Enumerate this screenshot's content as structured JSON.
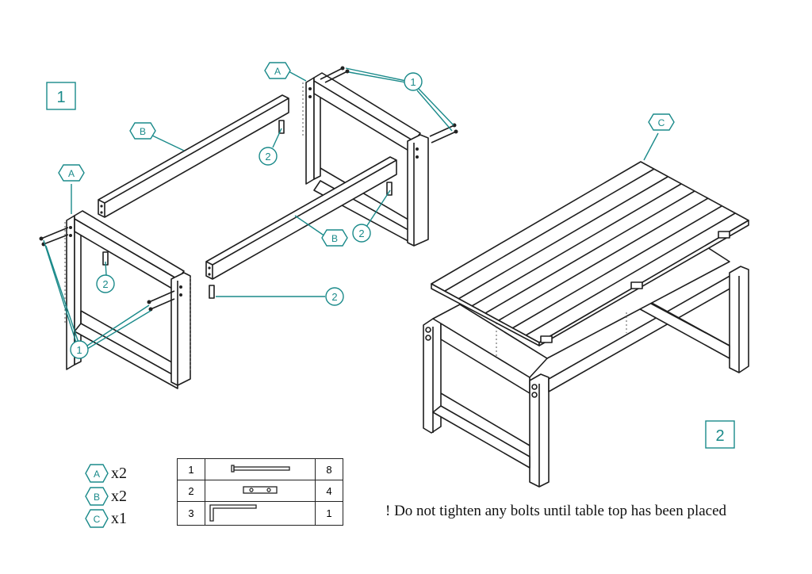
{
  "steps": {
    "step1": "1",
    "step2": "2"
  },
  "callouts": {
    "A": "A",
    "B": "B",
    "C": "C",
    "part1": "1",
    "part2": "2"
  },
  "legend": [
    {
      "letter": "A",
      "qty": "x2"
    },
    {
      "letter": "B",
      "qty": "x2"
    },
    {
      "letter": "C",
      "qty": "x1"
    }
  ],
  "parts_table": [
    {
      "id": "1",
      "icon": "bolt-icon",
      "qty": "8"
    },
    {
      "id": "2",
      "icon": "barrel-nut-icon",
      "qty": "4"
    },
    {
      "id": "3",
      "icon": "hex-key-icon",
      "qty": "1"
    }
  ],
  "note": "! Do not tighten any bolts until table top has been placed",
  "colors": {
    "accent": "#1a8a8a",
    "ink": "#1e1e1e"
  }
}
